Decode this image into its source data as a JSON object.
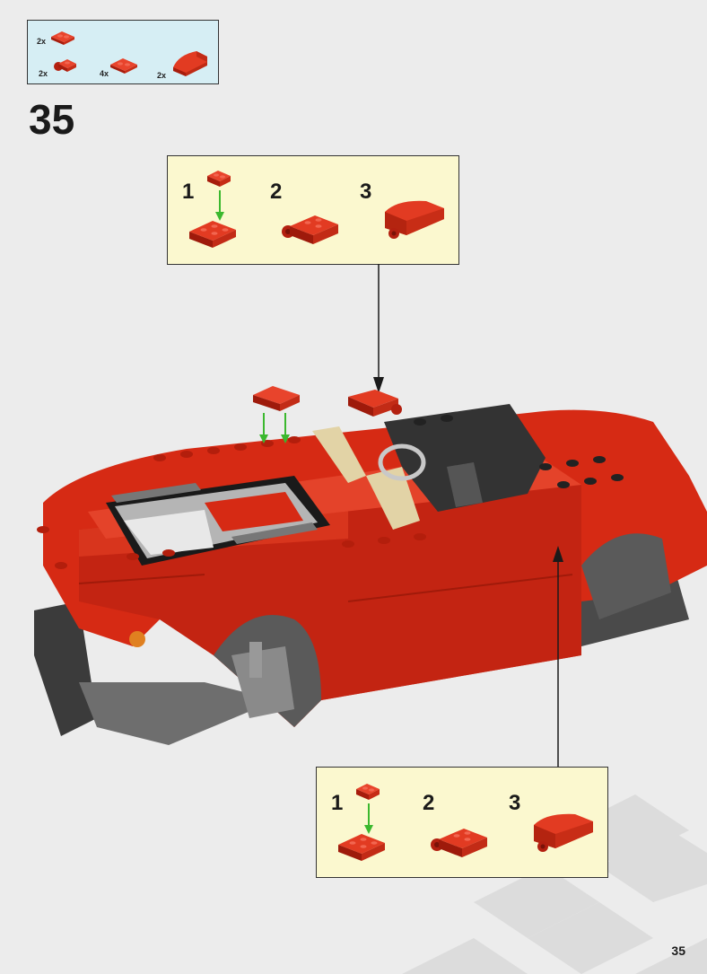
{
  "step": {
    "number": "35"
  },
  "parts_list": {
    "items": [
      {
        "qty": "2x",
        "part": "plate-1x2-red"
      },
      {
        "qty": "2x",
        "part": "plate-1x2-with-clip-red"
      },
      {
        "qty": "4x",
        "part": "plate-1x2-red"
      },
      {
        "qty": "2x",
        "part": "slope-curved-red"
      }
    ]
  },
  "sub_assembly_top": {
    "steps": [
      {
        "label": "1"
      },
      {
        "label": "2"
      },
      {
        "label": "3"
      }
    ]
  },
  "sub_assembly_bottom": {
    "steps": [
      {
        "label": "1"
      },
      {
        "label": "2"
      },
      {
        "label": "3"
      }
    ]
  },
  "page": {
    "number": "35"
  },
  "colors": {
    "brick_red": "#d62a14",
    "brick_red_dark": "#9e1a0b",
    "callout_bg": "#fbf8cf",
    "parts_bg": "#d6eef4",
    "arrow_green": "#3bb82e",
    "dark_gray": "#3b3b3b",
    "tan": "#e2d3a6"
  }
}
